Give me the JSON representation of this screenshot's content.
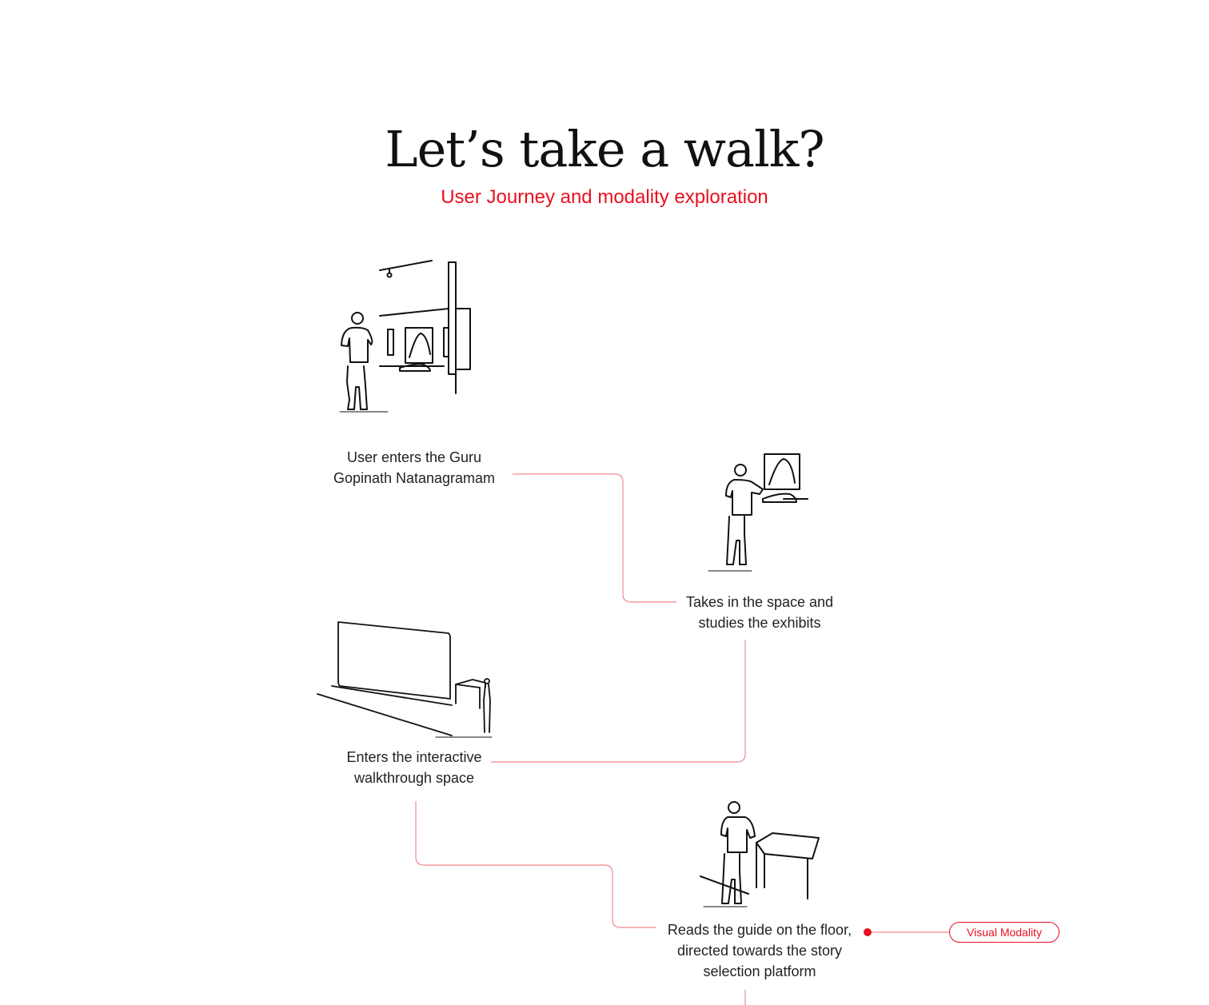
{
  "header": {
    "title": "Let’s take a walk?",
    "subtitle": "User Journey and modality exploration"
  },
  "steps": [
    {
      "text": "User enters the Guru\nGopinath Natanagramam",
      "icon": "gallery-visitor-illustration"
    },
    {
      "text": "Takes in the space and\nstudies the exhibits",
      "icon": "exhibit-viewer-illustration"
    },
    {
      "text": "Enters the interactive\nwalkthrough space",
      "icon": "screen-room-illustration"
    },
    {
      "text": "Reads the guide on the floor,\ndirected towards the story\nselection platform",
      "icon": "platform-illustration"
    }
  ],
  "modality": {
    "label": "Visual Modality"
  },
  "colors": {
    "accent": "#e8101f",
    "connector": "#f08a90",
    "text": "#222222"
  }
}
